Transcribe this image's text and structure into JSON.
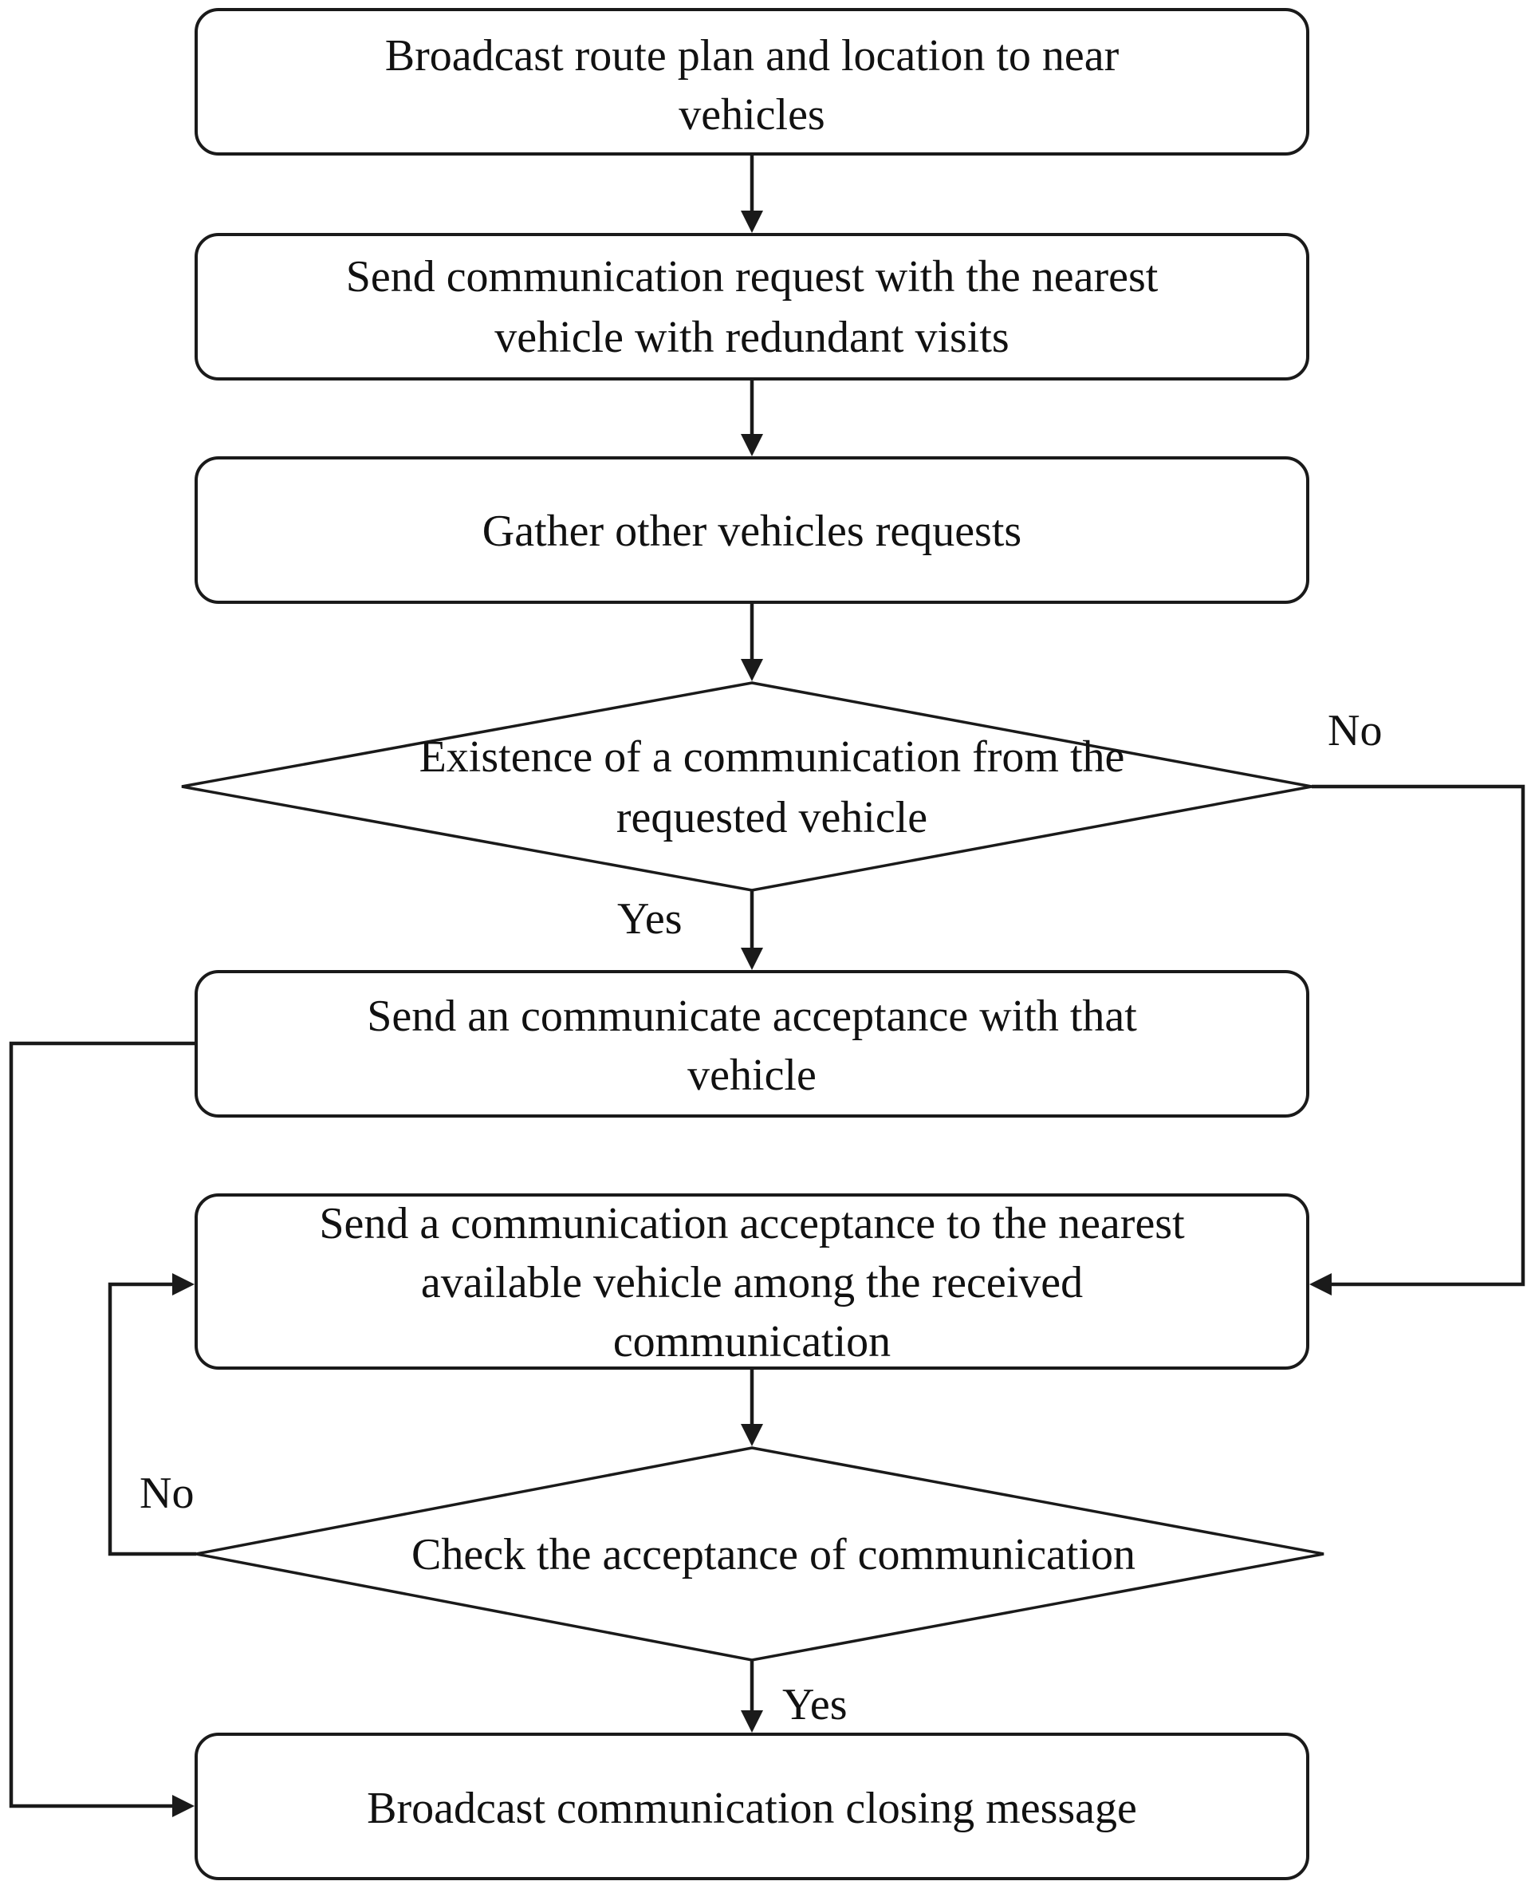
{
  "nodes": {
    "broadcast_route": {
      "lines": [
        "Broadcast route plan and location to near",
        "vehicles"
      ]
    },
    "send_request": {
      "lines": [
        "Send communication request with the nearest",
        "vehicle with redundant visits"
      ]
    },
    "gather_requests": {
      "lines": [
        "Gather other vehicles requests"
      ]
    },
    "existence_check": {
      "lines": [
        "Existence of  a communication from the",
        "requested vehicle"
      ]
    },
    "send_acceptance_that": {
      "lines": [
        "Send an communicate acceptance with that",
        "vehicle"
      ]
    },
    "send_acceptance_nearest": {
      "lines": [
        "Send a communication acceptance to the nearest",
        "available vehicle among the received",
        "communication"
      ]
    },
    "check_acceptance": {
      "lines": [
        "Check the acceptance of communication"
      ]
    },
    "broadcast_closing": {
      "lines": [
        "Broadcast communication closing message"
      ]
    }
  },
  "edge_labels": {
    "existence_no": "No",
    "existence_yes": "Yes",
    "check_no": "No",
    "check_yes": "Yes"
  }
}
